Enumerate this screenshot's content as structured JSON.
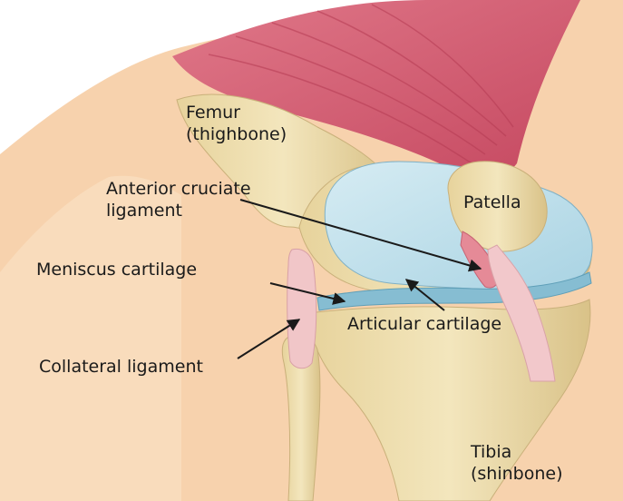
{
  "diagram": {
    "labels": {
      "femur_line1": "Femur",
      "femur_line2": "(thighbone)",
      "acl_line1": "Anterior cruciate",
      "acl_line2": "ligament",
      "patella": "Patella",
      "meniscus": "Meniscus cartilage",
      "articular": "Articular cartilage",
      "collateral": "Collateral ligament",
      "tibia_line1": "Tibia",
      "tibia_line2": "(shinbone)"
    },
    "colors": {
      "skin": "#f5c9a0",
      "bone": "#ecdcaa",
      "bone_shade": "#cbb57a",
      "cartilage": "#bfe0ec",
      "meniscus": "#7fb8cf",
      "muscle": "#d45a6e",
      "ligament": "#f1c6c8",
      "arrow": "#1a1a1a"
    }
  }
}
